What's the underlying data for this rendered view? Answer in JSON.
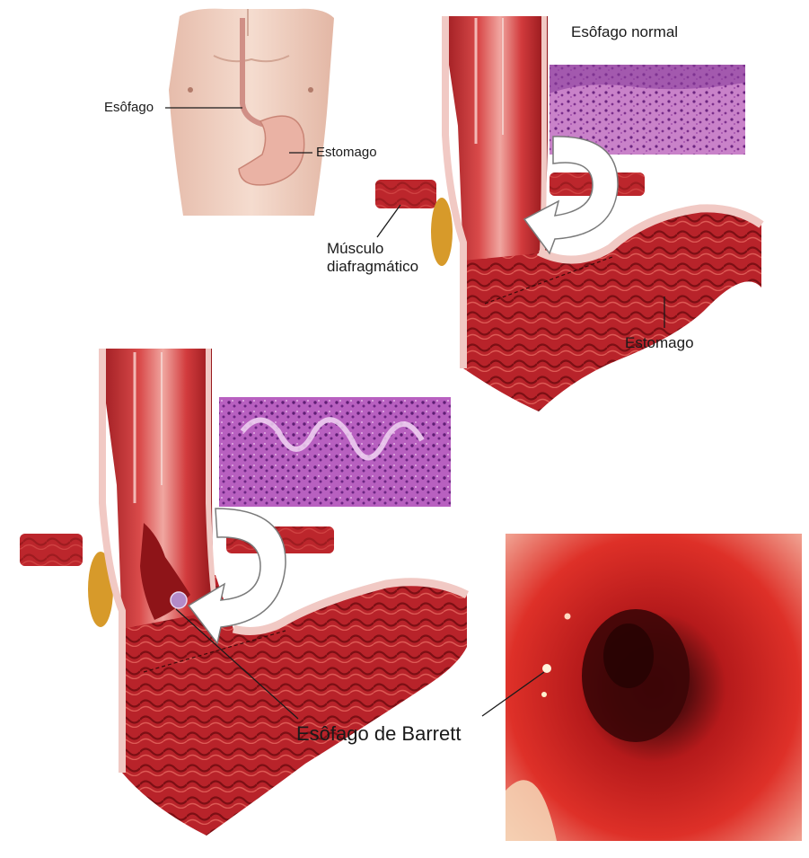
{
  "labels": {
    "torso_esophagus": "Esôfago",
    "torso_stomach": "Estomago",
    "normal_esophagus": "Esôfago normal",
    "diaphragm_line1": "Músculo",
    "diaphragm_line2": "diafragmático",
    "stomach": "Estomago",
    "barrett": "Esôfago de Barrett"
  },
  "colors": {
    "tissue": "#c0282d",
    "tissue_dark": "#8e1418",
    "tissue_light": "#e0585a",
    "wall_pink": "#f1c9c4",
    "fat_yellow": "#d79a2a",
    "histology_normal": "#b45bb8",
    "histology_barrett": "#9a3aa6",
    "endoscopy_bg": "#d2231f",
    "skin": "#f2d3c4"
  },
  "icons": [
    "curved-arrow-icon",
    "barrett-spot-icon"
  ]
}
